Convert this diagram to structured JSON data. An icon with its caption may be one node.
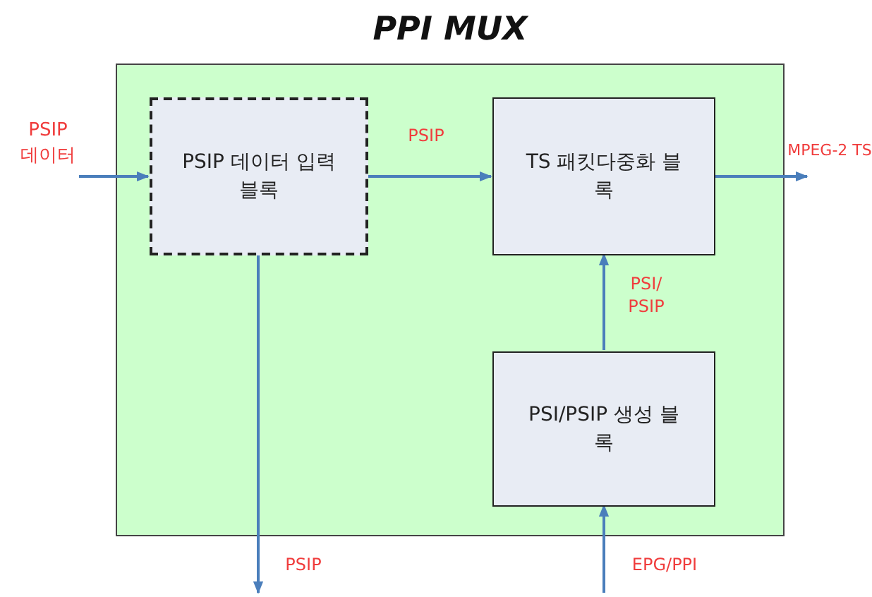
{
  "diagram": {
    "nodes": [
      {
        "text": [
          "PPI MUX"
        ]
      },
      {
        "text": [
          "PSIP 데이터 입력 블록"
        ],
        "in": 0
      },
      {
        "text": [
          "TS 패킷다중화 블록"
        ],
        "in": 0
      },
      {
        "text": [
          "PSI/PSIP 생성 블록"
        ],
        "in": 0
      },
      {
        "text": [
          "PSIP 데이터"
        ]
      }
    ],
    "edges": [
      {
        "from": 4,
        "to": 1,
        "arrow": "to"
      },
      {
        "from": 1,
        "to": 2,
        "arrow": "to",
        "label": "PSIP"
      },
      {
        "from": 2,
        "to": null,
        "arrow": "to",
        "label": "MPEG-2 TS"
      },
      {
        "from": 1,
        "to": null,
        "arrow": "to",
        "label": "PSIP"
      },
      {
        "from": null,
        "to": 3,
        "arrow": "to",
        "label": "EPG/PPI"
      },
      {
        "from": 3,
        "to": 2,
        "arrow": "to",
        "label": "PSI/ PSIP"
      }
    ]
  }
}
